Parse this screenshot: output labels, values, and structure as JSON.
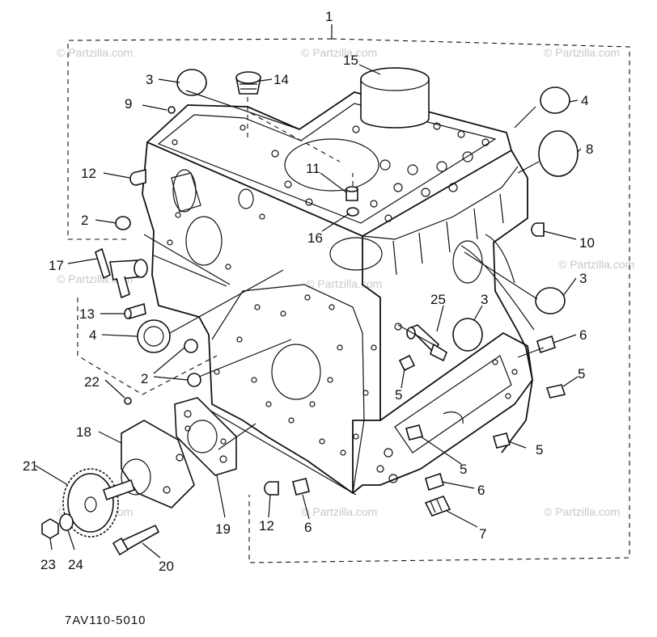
{
  "watermark": "© Partzilla.com",
  "diagram_code": "7AV110-5010",
  "callouts": [
    {
      "id": "c1",
      "label": "1"
    },
    {
      "id": "c15",
      "label": "15"
    },
    {
      "id": "c14",
      "label": "14"
    },
    {
      "id": "c3a",
      "label": "3"
    },
    {
      "id": "c9",
      "label": "9"
    },
    {
      "id": "c4a",
      "label": "4"
    },
    {
      "id": "c8",
      "label": "8"
    },
    {
      "id": "c12a",
      "label": "12"
    },
    {
      "id": "c11",
      "label": "11"
    },
    {
      "id": "c16",
      "label": "16"
    },
    {
      "id": "c2a",
      "label": "2"
    },
    {
      "id": "c10",
      "label": "10"
    },
    {
      "id": "c17",
      "label": "17"
    },
    {
      "id": "c3b",
      "label": "3"
    },
    {
      "id": "c25",
      "label": "25"
    },
    {
      "id": "c3c",
      "label": "3"
    },
    {
      "id": "c13",
      "label": "13"
    },
    {
      "id": "c4b",
      "label": "4"
    },
    {
      "id": "c6a",
      "label": "6"
    },
    {
      "id": "c2b",
      "label": "2"
    },
    {
      "id": "c5a",
      "label": "5"
    },
    {
      "id": "c5b",
      "label": "5"
    },
    {
      "id": "c22",
      "label": "22"
    },
    {
      "id": "c18",
      "label": "18"
    },
    {
      "id": "c5c",
      "label": "5"
    },
    {
      "id": "c5d",
      "label": "5"
    },
    {
      "id": "c21",
      "label": "21"
    },
    {
      "id": "c6b",
      "label": "6"
    },
    {
      "id": "c19",
      "label": "19"
    },
    {
      "id": "c12b",
      "label": "12"
    },
    {
      "id": "c6c",
      "label": "6"
    },
    {
      "id": "c7",
      "label": "7"
    },
    {
      "id": "c23",
      "label": "23"
    },
    {
      "id": "c24",
      "label": "24"
    },
    {
      "id": "c20",
      "label": "20"
    }
  ]
}
